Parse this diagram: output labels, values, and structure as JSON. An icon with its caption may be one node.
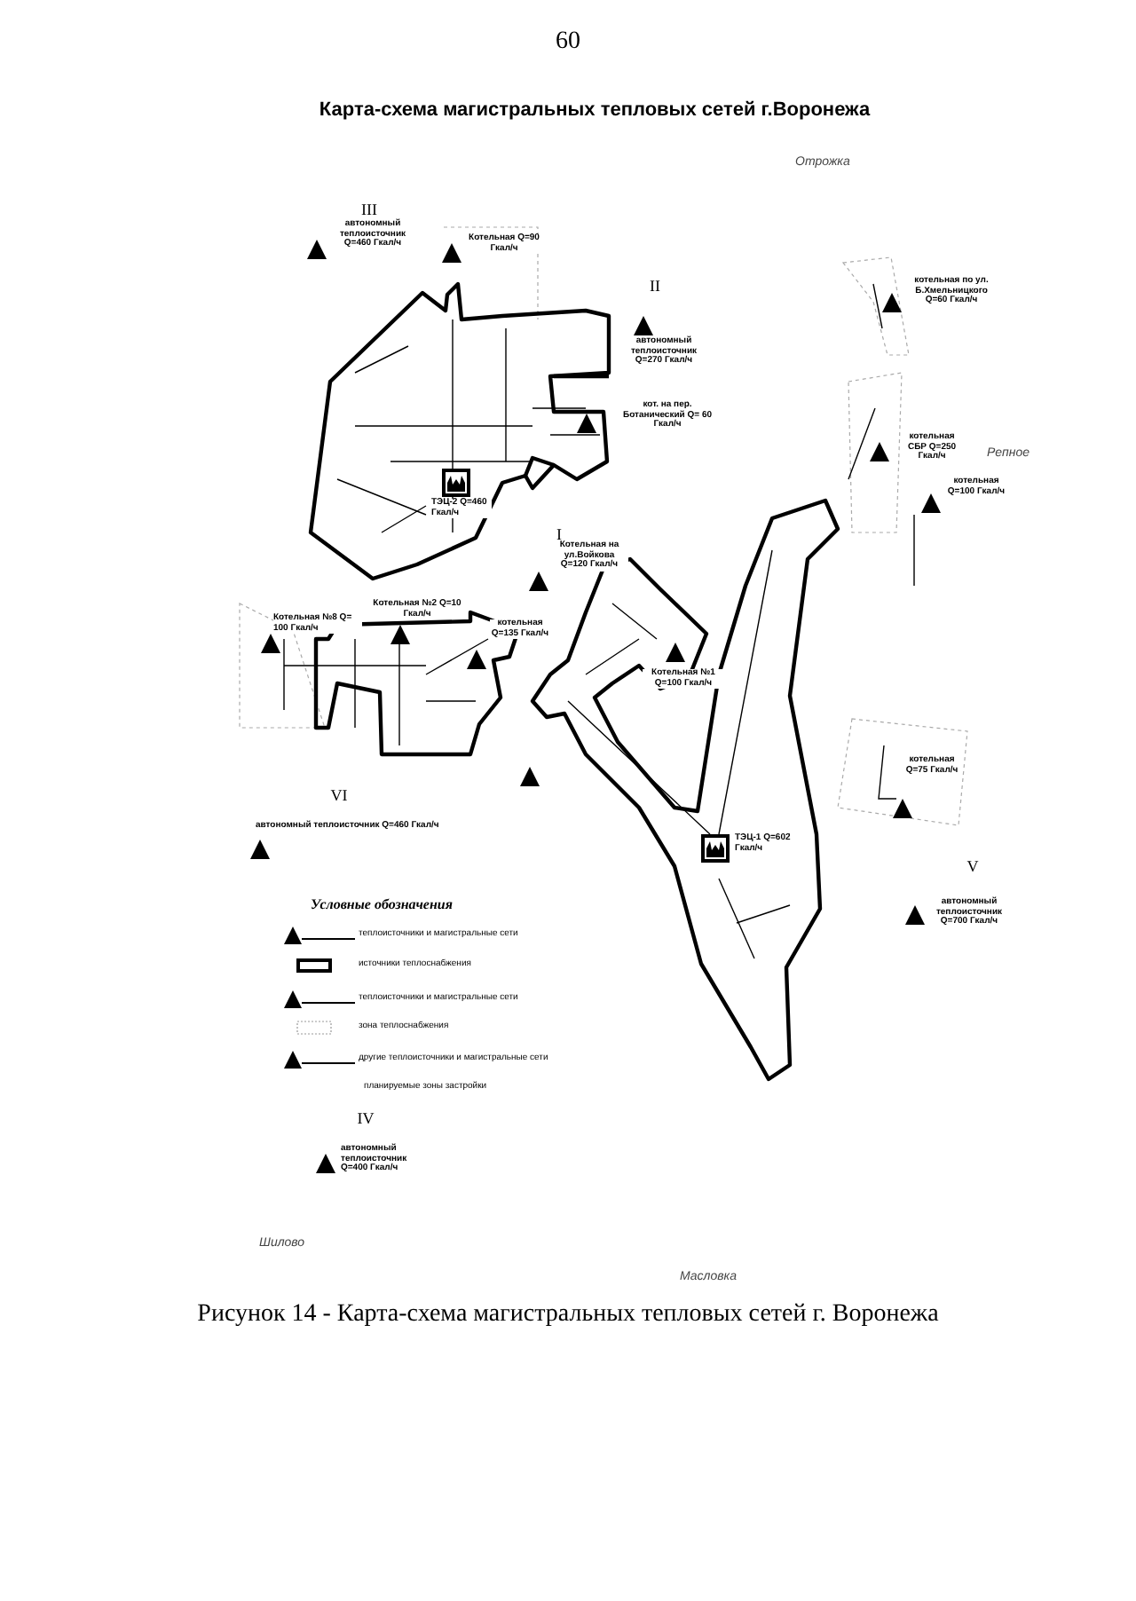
{
  "diagram": {
    "title": "Карта-схема магистральных тепловых сетей г.Воронежа",
    "caption": "Рисунок 14 - Карта-схема магистральных тепловых сетей г. Воронежа",
    "labels": [
      "60",
      "Отрожка",
      "III",
      "автономный теплоисточник Q=460 Гкал/ч",
      "Котельная Q=90 Гкал/ч",
      "II",
      "автономный теплоисточник Q=270 Гкал/ч",
      "котельная по ул. Б.Хмельницкого Q=60 Гкал/ч",
      "кот. на пер. Ботанический Q= 60 Гкал/ч",
      "котельная СБР Q=250 Гкал/ч",
      "Репное",
      "котельная Q=100 Гкал/ч",
      "ТЭЦ-2 Q=460 Гкал/ч",
      "I",
      "Котельная на ул.Войкова Q=120 Гкал/ч",
      "Котельная №8 Q= 100 Гкал/ч",
      "Котельная №2 Q=10 Гкал/ч",
      "котельная Q=135 Гкал/ч",
      "Котельная №1 Q=100 Гкал/ч",
      "VI",
      "автономный теплоисточник Q=460 Гкал/ч",
      "ТЭЦ-1 Q=602 Гкал/ч",
      "котельная Q=75 Гкал/ч",
      "V",
      "автономный теплоисточник Q=700 Гкал/ч",
      "Условные обозначения",
      "IV",
      "автономный теплоисточник Q=400 Гкал/ч",
      "Шилово",
      "Масловка"
    ],
    "legend": [
      {
        "text": "теплоисточники и магистральные сети"
      },
      {
        "text": "источники теплоснабжения"
      },
      {
        "text": "теплоисточники и магистральные сети"
      },
      {
        "text": "зона теплоснабжения"
      },
      {
        "text": "другие теплоисточники и магистральные сети"
      },
      {
        "text": "планируемые зоны застройки"
      }
    ]
  }
}
